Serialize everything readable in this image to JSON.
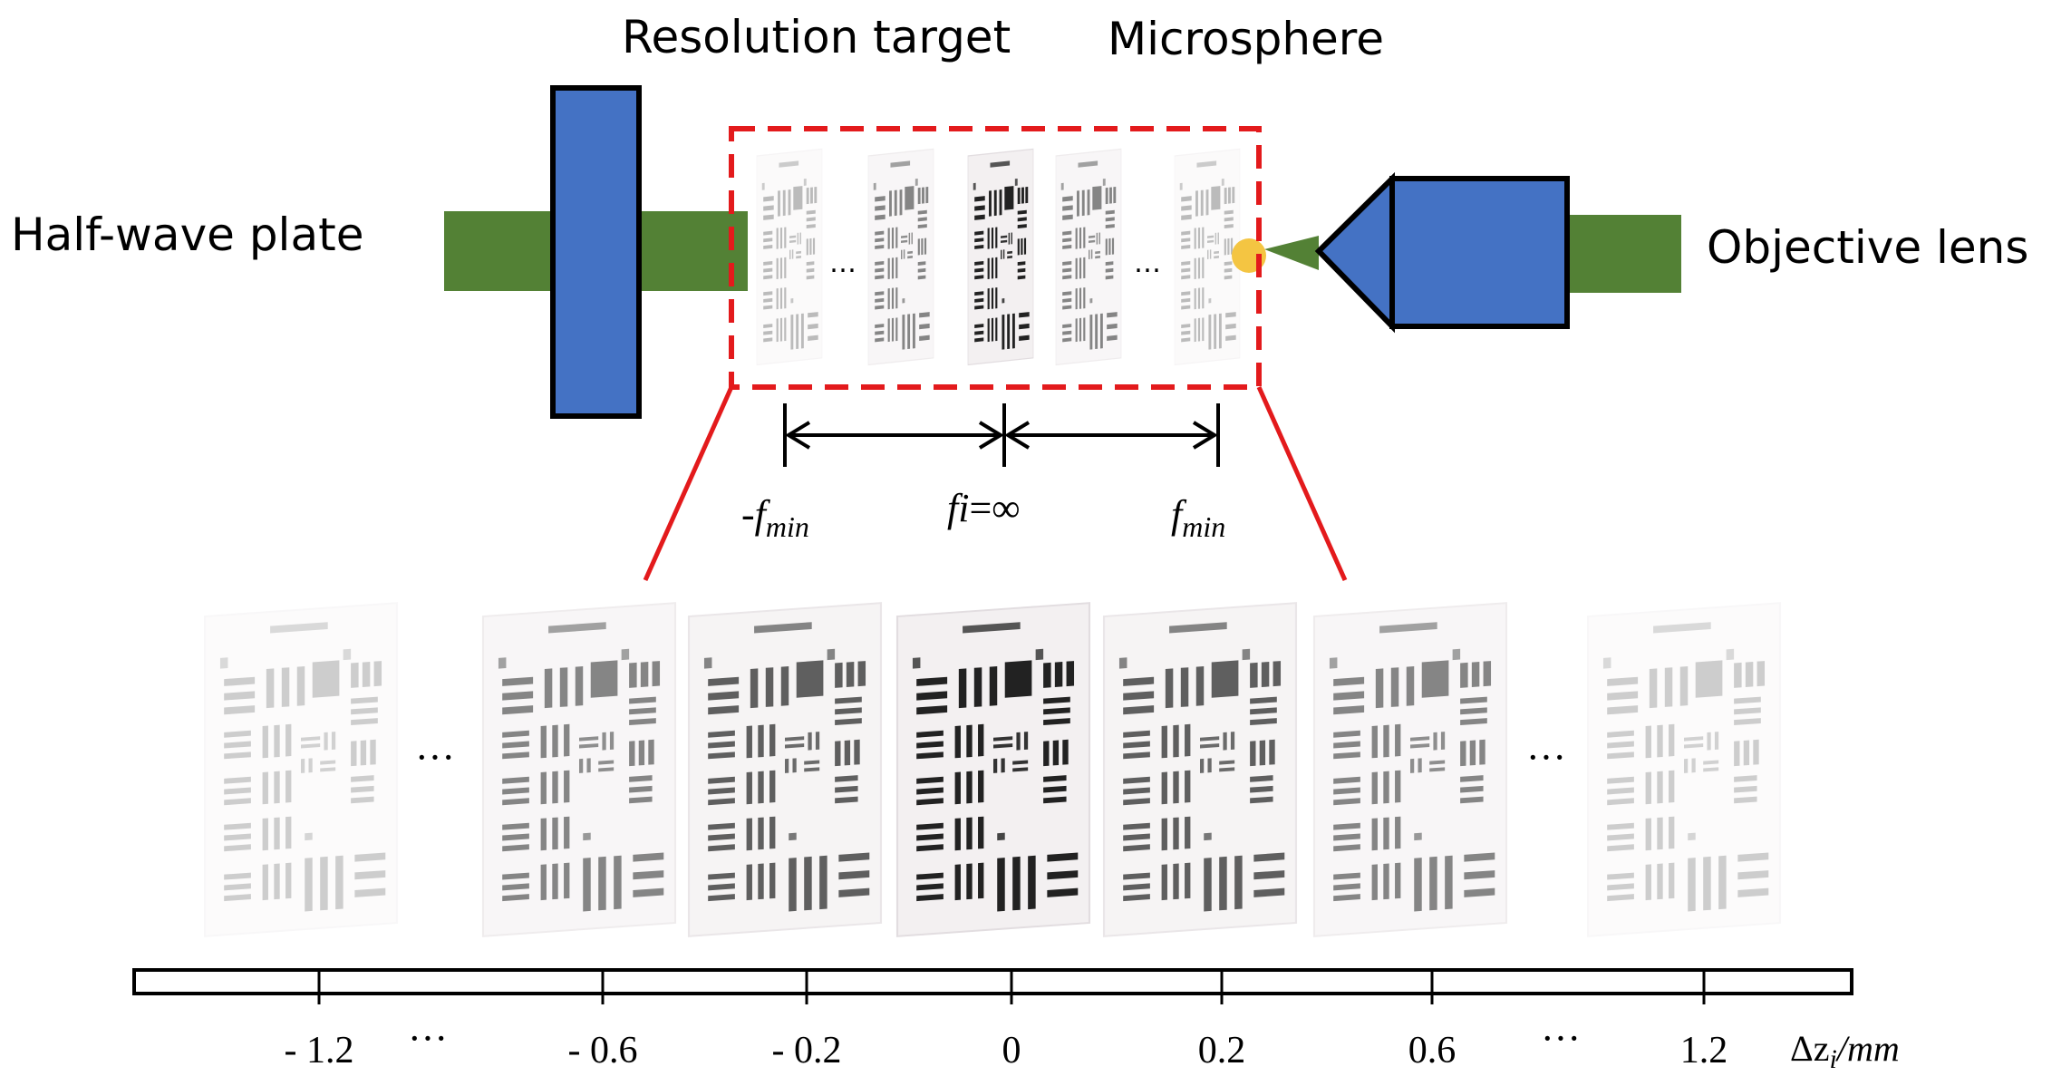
{
  "labels": {
    "half_wave_plate": "Half-wave plate",
    "resolution_target": "Resolution target",
    "microsphere": "Microsphere",
    "objective_lens": "Objective lens",
    "ellipsis": "…",
    "ellipsis_wide": "···",
    "f_neg_prefix": "-",
    "f_letter": "f",
    "f_min_sub": "min",
    "f_i_letter": "fi",
    "f_i_rest": "=∞"
  },
  "stack_targets": [
    {
      "opacity": 0.3,
      "ellipsis_after": false
    },
    {
      "opacity": 0.55,
      "ellipsis_after": true
    },
    {
      "opacity": 1.0,
      "ellipsis_after": true
    },
    {
      "opacity": 0.55,
      "ellipsis_after": false
    },
    {
      "opacity": 0.3,
      "ellipsis_after": false
    }
  ],
  "row_targets": [
    {
      "opacity": 0.22
    },
    {
      "opacity": 0.55
    },
    {
      "opacity": 0.72
    },
    {
      "opacity": 1.0
    },
    {
      "opacity": 0.72
    },
    {
      "opacity": 0.55
    },
    {
      "opacity": 0.22
    }
  ],
  "axis": {
    "ticks": [
      {
        "value": -1.2,
        "label": "- 1.2"
      },
      {
        "value": -0.6,
        "label": "- 0.6"
      },
      {
        "value": -0.2,
        "label": "- 0.2"
      },
      {
        "value": 0,
        "label": "0"
      },
      {
        "value": 0.2,
        "label": "0.2"
      },
      {
        "value": 0.6,
        "label": "0.6"
      },
      {
        "value": 1.2,
        "label": "1.2"
      }
    ],
    "ellipsis_left": "···",
    "ellipsis_right": "···",
    "unit_delta": "Δz",
    "unit_sub": "i",
    "unit_rest": "/mm"
  },
  "colors": {
    "beam": "#538135",
    "optic_fill": "#4472C4",
    "optic_stroke": "#000000",
    "zoom_box": "#E31A1C",
    "microsphere": "#F4C542",
    "target_dark": "#2b2b3a"
  }
}
